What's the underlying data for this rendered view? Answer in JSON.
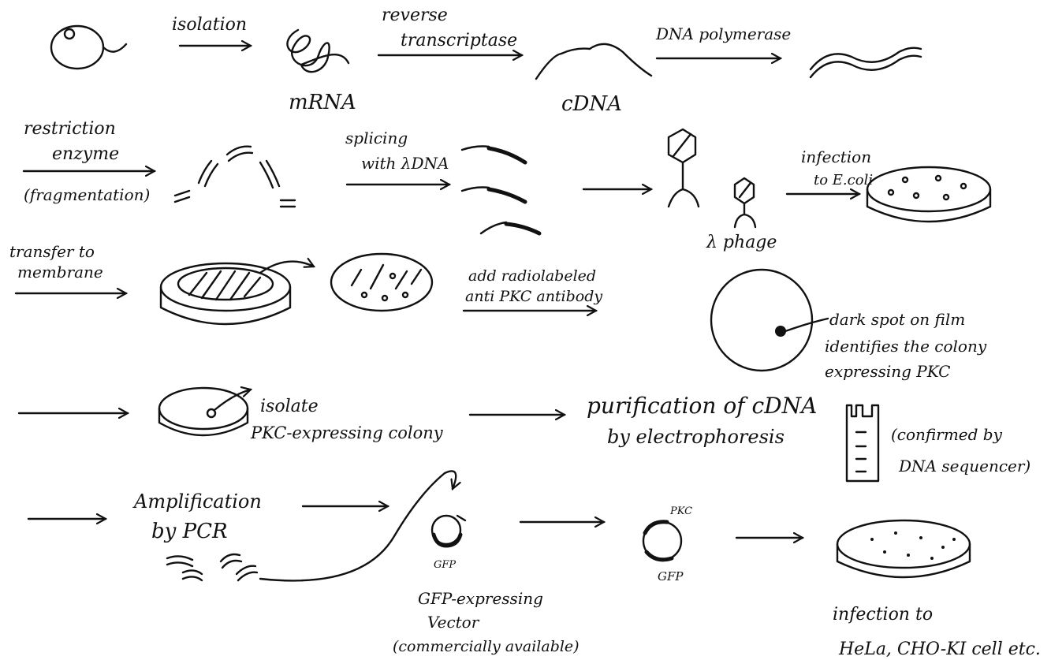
{
  "labels": {
    "isolation": "isolation",
    "mrna": "mRNA",
    "reverse": "reverse",
    "transcriptase": "transcriptase",
    "cdna": "cDNA",
    "dna_polymerase": "DNA polymerase",
    "restriction": "restriction",
    "enzyme": "enzyme",
    "fragmentation": "(fragmentation)",
    "splicing": "splicing",
    "with_lambda": "with λDNA",
    "infection": "infection",
    "to_ecoli": "to E.coli",
    "lambda_phage": "λ phage",
    "transfer_to": "transfer to",
    "membrane": "membrane",
    "add_radiolabeled": "add radiolabeled",
    "anti_pkc": "anti PKC antibody",
    "dark_spot": "dark spot on film",
    "identifies": "identifies the colony",
    "expressing_pkc": "expressing PKC",
    "isolate": "isolate",
    "pkc_colony": "PKC-expressing colony",
    "purification": "purification of cDNA",
    "electrophoresis": "by electrophoresis",
    "confirmed_by": "(confirmed by",
    "dna_sequencer": "DNA sequencer)",
    "amplification": "Amplification",
    "by_pcr": "by PCR",
    "gfp_1": "GFP",
    "pkc_plasmid": "PKC",
    "gfp_2": "GFP",
    "gfp_expressing": "GFP-expressing",
    "vector": "Vector",
    "commercially": "(commercially available)",
    "infection_to": "infection to",
    "hela": "HeLa, CHO-KI cell etc."
  }
}
